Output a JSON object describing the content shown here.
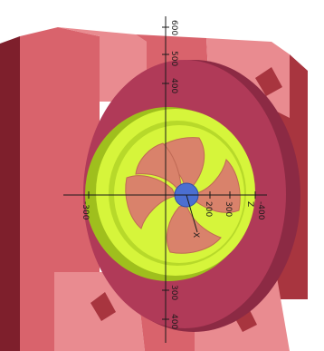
{
  "viewport": {
    "kind": "3d-model-view"
  },
  "colors": {
    "background": "#ffffff",
    "housing_face": "#d9636c",
    "housing_top": "#e98b90",
    "housing_side": "#a8353f",
    "housing_dark": "#7e1f2c",
    "ring": "#b03a58",
    "ring_shadow": "#8c2a44",
    "impeller_rim": "#d6f53b",
    "impeller_rim_inner": "#b7d92a",
    "impeller_shadow": "#9fbf1d",
    "vane": "#d9826b",
    "vane_edge": "#c06a55",
    "hub": "#4b6fd1",
    "hub_edge": "#2d4fa6",
    "axis": "#1a1a1a"
  },
  "axes": {
    "vertical": {
      "top_value": "600",
      "upper_values": [
        "500",
        "400"
      ],
      "lower_values": [
        "300",
        "400"
      ]
    },
    "horizontal": {
      "left_value": "-300",
      "right_values": [
        "200",
        "300",
        "-400"
      ]
    },
    "labels": {
      "z": "Z",
      "x": "X"
    }
  }
}
